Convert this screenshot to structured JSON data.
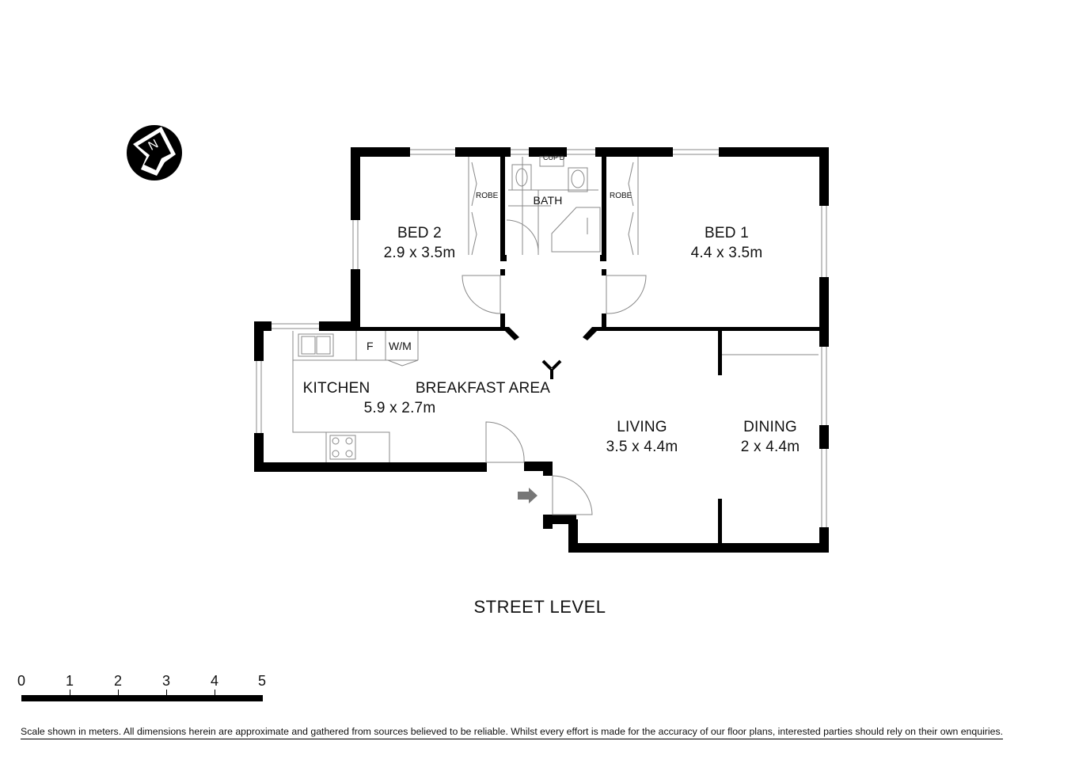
{
  "compass": {
    "label": "N",
    "icon": "north-arrow-icon"
  },
  "rooms": {
    "bed2": {
      "name": "BED 2",
      "size": "2.9 x 3.5m"
    },
    "bed1": {
      "name": "BED 1",
      "size": "4.4 x 3.5m"
    },
    "bath": {
      "name": "BATH"
    },
    "kitchen": {
      "name": "KITCHEN",
      "size": "5.9 x 2.7m"
    },
    "breakfast": {
      "name": "BREAKFAST AREA"
    },
    "living": {
      "name": "LIVING",
      "size": "3.5 x 4.4m"
    },
    "dining": {
      "name": "DINING",
      "size": "2 x 4.4m"
    }
  },
  "fixtures": {
    "robe_left": "ROBE",
    "robe_right": "ROBE",
    "cupboard": "CUP'D",
    "fridge": "F",
    "washing_machine": "W/M"
  },
  "level_label": "STREET LEVEL",
  "scale": {
    "ticks": [
      "0",
      "1",
      "2",
      "3",
      "4",
      "5"
    ]
  },
  "disclaimer": "Scale shown in meters. All dimensions herein are approximate and gathered from sources believed to be  reliable. Whilst every effort is made for the accuracy of our floor plans, interested parties should rely on their own enquiries."
}
